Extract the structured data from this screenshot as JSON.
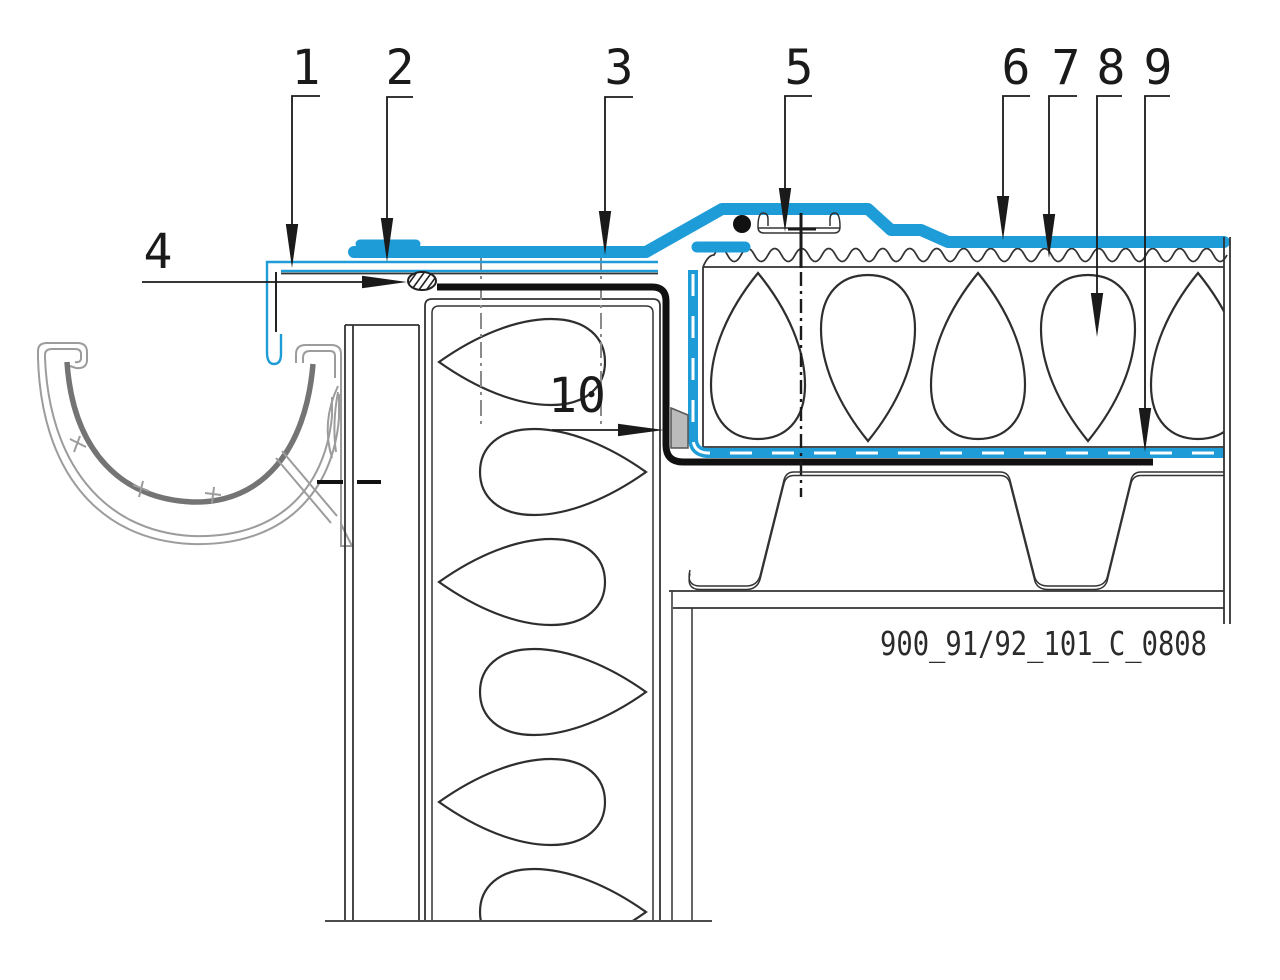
{
  "drawing": {
    "code": "900_91/92_101_C_0808"
  },
  "callouts": [
    {
      "id": 1,
      "label": "1"
    },
    {
      "id": 2,
      "label": "2"
    },
    {
      "id": 3,
      "label": "3"
    },
    {
      "id": 4,
      "label": "4"
    },
    {
      "id": 5,
      "label": "5"
    },
    {
      "id": 6,
      "label": "6"
    },
    {
      "id": 7,
      "label": "7"
    },
    {
      "id": 8,
      "label": "8"
    },
    {
      "id": 9,
      "label": "9"
    },
    {
      "id": 10,
      "label": "10"
    }
  ],
  "colors": {
    "membrane_blue": "#1E9CD8",
    "line_black": "#1A1A1A",
    "gutter_gray": "#9C9C9C",
    "gutter_inner_gray": "#747474",
    "clip_gray": "#BBBBBB",
    "centerline_gray": "#8A8A8A",
    "background": "#FFFFFF"
  }
}
